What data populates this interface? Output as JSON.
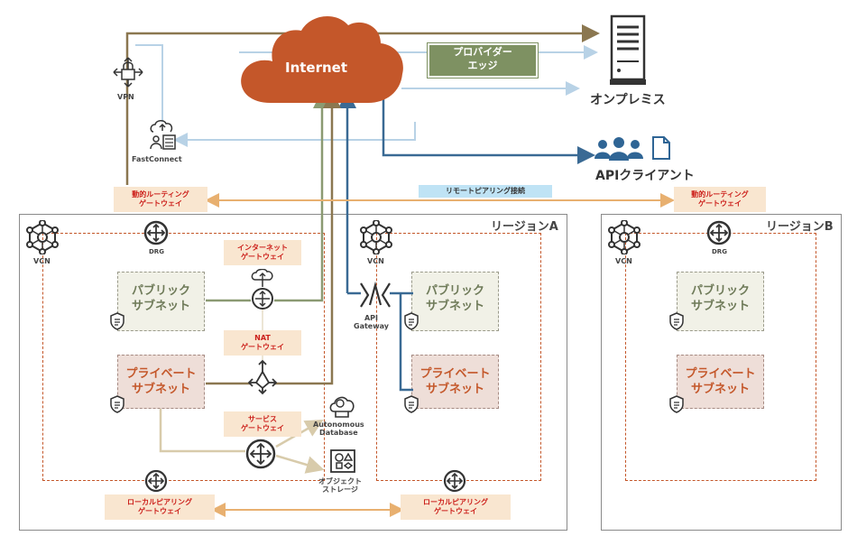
{
  "colors": {
    "cloud": "#c4572a",
    "olive": "#8b9a72",
    "brown": "#8b7750",
    "lightblue": "#b8d2e6",
    "darkblue": "#3a6a94",
    "tan": "#d8cbab",
    "orange_arrow": "#e8b070",
    "red_text": "#cc1f1a",
    "tag_bg": "#f9e6d0",
    "remote_bg": "#bfe3f5"
  },
  "internet": {
    "label": "Internet"
  },
  "provider_edge": {
    "label": "プロバイダー\nエッジ"
  },
  "on_premises": {
    "label": "オンプレミス",
    "icon": "server-rack-icon"
  },
  "api_client": {
    "label": "APIクライアント",
    "icons": [
      "users-icon",
      "document-icon"
    ]
  },
  "vpn": {
    "label": "VPN",
    "icon": "vpn-lock-icon"
  },
  "fastconnect": {
    "label": "FastConnect",
    "icon": "fastconnect-icon"
  },
  "remote_peering": {
    "label": "リモートピアリング接続"
  },
  "drg_tag_a": {
    "label": "動的ルーティング\nゲートウェイ"
  },
  "drg_tag_b": {
    "label": "動的ルーティング\nゲートウェイ"
  },
  "region_a": {
    "title": "リージョンA",
    "vcn1": {
      "vcn_label": "VCN",
      "drg_label": "DRG",
      "igw_label": "インターネット\nゲートウェイ",
      "nat_label": "NAT\nゲートウェイ",
      "sgw_label": "サービス\nゲートウェイ",
      "public_subnet": "パブリック\nサブネット",
      "private_subnet": "プライベート\nサブネット",
      "lpg_label": "ローカルピアリング\nゲートウェイ"
    },
    "vcn2": {
      "vcn_label": "VCN",
      "api_gateway_label": "API\nGateway",
      "public_subnet": "パブリック\nサブネット",
      "private_subnet": "プライベート\nサブネット",
      "lpg_label": "ローカルピアリング\nゲートウェイ"
    },
    "autonomous_db": "Autonomous\nDatabase",
    "object_storage": "オブジェクト\nストレージ"
  },
  "region_b": {
    "title": "リージョンB",
    "vcn_label": "VCN",
    "drg_label": "DRG",
    "public_subnet": "パブリック\nサブネット",
    "private_subnet": "プライベート\nサブネット"
  }
}
